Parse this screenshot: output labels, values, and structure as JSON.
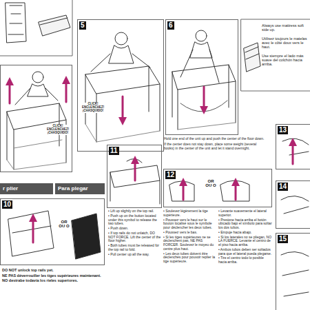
{
  "diagram": {
    "nodes": [
      {
        "text": [
          "5",
          "CLICK! ENCLENCHEZ! ¡CHASQUIDO!"
        ]
      },
      {
        "text": [
          "6"
        ]
      },
      {
        "text": [
          "Always use mattress soft side up.",
          "Utilisez toujours le matelas avec le côté doux vers le haut.",
          "Use siempre el lado más suave del colchón hacia arriba."
        ]
      },
      {
        "text": [
          "CLICK! ENCLENCHEZ! ¡CHASQUIDO!"
        ]
      },
      {
        "text": [
          "11"
        ]
      },
      {
        "text": [
          "13"
        ]
      },
      {
        "text": [
          "r plier"
        ]
      },
      {
        "text": [
          "Para plegar"
        ]
      },
      {
        "text": [
          "12",
          "OR OU O"
        ]
      },
      {
        "text": [
          "14"
        ]
      },
      {
        "text": [
          "10",
          "OR OU O"
        ]
      },
      {
        "text": [
          "15"
        ]
      }
    ],
    "labels": [
      "Hold one end of the unit up and push the center of the floor down.",
      "If the center does not stay down, place some weight (several books) in the center of the unit and let it stand overnight.",
      "DO NOT unlock top rails yet.",
      "NE PAS déverrouiller les tiges supérieures maintenant.",
      "NO destrabe todavía los rieles superiores.",
      "• Lift up slightly on the top rail.",
      "• Push up on the button located under this symbol to release the two tubes.",
      "• Push down.",
      "• If top rails do not unlatch, DO NOT FORCE. Lift the center of the floor higher.",
      "• Both tubes must be released for the top rail to fold.",
      "• Pull center up all the way.",
      "• Soulevez légèrement la tige supérieure.",
      "• Poussez vers le haut sur le bouton localisé sous le symbole pour déclencher les deux tubes.",
      "• Poussez vers le bas.",
      "• Si les tiges supérieures ne se déclenchent pas, NE PAS FORCER. Soulevez le moyeu du centre plus haut.",
      "• Les deux tubes doivent être déclenchés pour pouvoir replier la tige supérieure.",
      "• Levante suavemente el lateral superior.",
      "• Presione hacia arriba el botón ubicado bajo el símbolo para soltar los dos tubos.",
      "• Empuje hacia abajo.",
      "• Si los laterales no se pliegan, NO LA FUERCE. Levante el centro de el piso hacia arriba.",
      "• Ambos tubos deben ser soltados para que el lateral pueda plegarse.",
      "• Tire el centro todo lo posible hacia arriba."
    ]
  }
}
